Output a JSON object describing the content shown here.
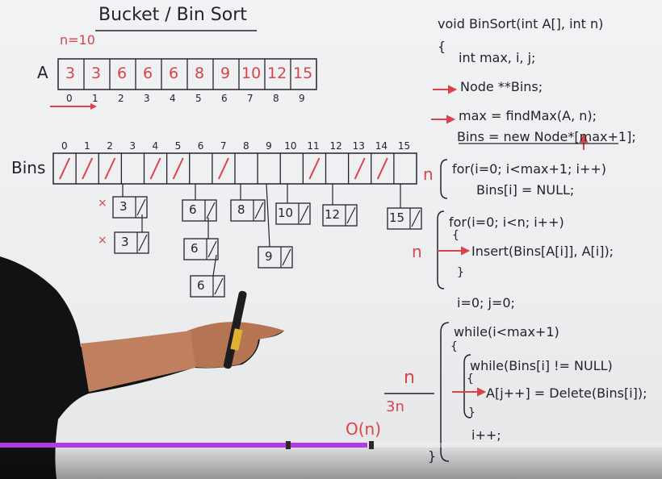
{
  "board": {
    "title": "Bucket / Bin Sort",
    "n_label": "n=10",
    "array_name": "A",
    "array_values": [
      "3",
      "3",
      "6",
      "6",
      "6",
      "8",
      "9",
      "10",
      "12",
      "15"
    ],
    "array_indices": [
      "0",
      "1",
      "2",
      "3",
      "4",
      "5",
      "6",
      "7",
      "8",
      "9"
    ],
    "bins_label": "Bins",
    "bin_indices": [
      "0",
      "1",
      "2",
      "3",
      "4",
      "5",
      "6",
      "7",
      "8",
      "9",
      "10",
      "11",
      "12",
      "13",
      "14",
      "15"
    ],
    "nodes": [
      "3",
      "3",
      "6",
      "6",
      "6",
      "8",
      "9",
      "10",
      "12",
      "15"
    ],
    "cross_marks": [
      "×",
      "×"
    ]
  },
  "code": {
    "signature": "void BinSort(int A[], int n)",
    "open_brace": "{",
    "decl": "int max, i, j;",
    "line_bins": "Node **Bins;",
    "line_max": "max = findMax(A, n);",
    "line_new": "Bins = new Node*[max+1];",
    "for1": "for(i=0; i<max+1; i++)",
    "for1_body": "Bins[i] = NULL;",
    "for2": "for(i=0; i<n; i++)",
    "brace_a": "{",
    "insert": "Insert(Bins[A[i]], A[i]);",
    "brace_b": "}",
    "init": "i=0; j=0;",
    "while1": "while(i<max+1)",
    "brace_c": "{",
    "while2": "while(Bins[i] != NULL)",
    "brace_d": "{",
    "assign": "A[j++] = Delete(Bins[i]);",
    "brace_e": "}",
    "incr": "i++;",
    "brace_f": "}"
  },
  "annotations": {
    "n1": "n",
    "n2": "n",
    "n3": "n",
    "three_n": "3n",
    "complexity": "O(n)"
  },
  "player": {
    "progress": 0.555,
    "progress_color": "#b23ae6",
    "chapter_marks": [
      0.432,
      0.557
    ]
  }
}
